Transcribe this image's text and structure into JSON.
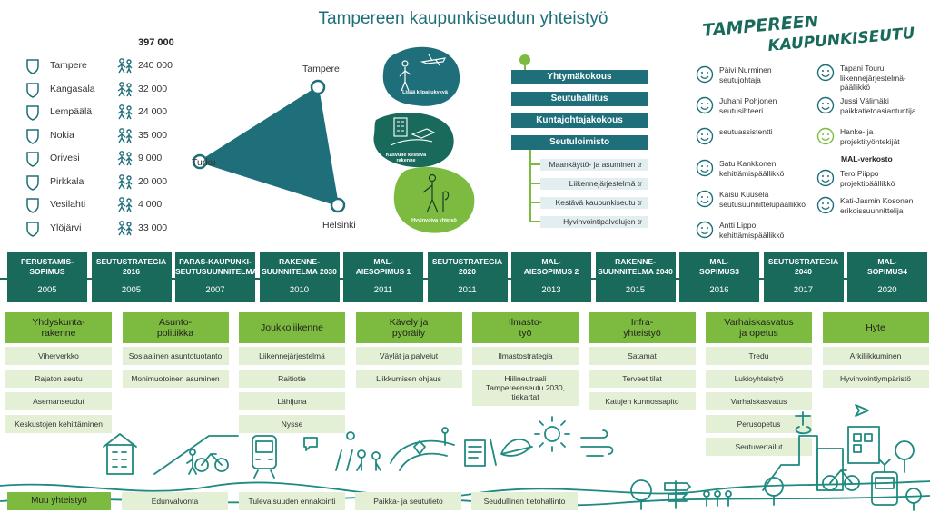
{
  "title": "Tampereen kaupunkiseudun yhteistyö",
  "logo": {
    "line1": "TAMPEREEN",
    "line2": "KAUPUNKISEUTU"
  },
  "total_population": "397 000",
  "municipalities": [
    {
      "name": "Tampere",
      "population": "240 000"
    },
    {
      "name": "Kangasala",
      "population": "32 000"
    },
    {
      "name": "Lempäälä",
      "population": "24 000"
    },
    {
      "name": "Nokia",
      "population": "35 000"
    },
    {
      "name": "Orivesi",
      "population": "9 000"
    },
    {
      "name": "Pirkkala",
      "population": "20 000"
    },
    {
      "name": "Vesilahti",
      "population": "4 000"
    },
    {
      "name": "Ylöjärvi",
      "population": "33 000"
    }
  ],
  "triangle": {
    "top": "Tampere",
    "left": "Turku",
    "bottom": "Helsinki"
  },
  "bubbles": [
    {
      "label": "Lisää kilpailukykyä",
      "color": "#1f6f7a"
    },
    {
      "label": "Kasvulle kestävä rakenne",
      "color": "#1a6a5c"
    },
    {
      "label": "Hyvinvoiva yhteisö",
      "color": "#7cbb3f"
    }
  ],
  "org": {
    "main": [
      "Yhtymäkokous",
      "Seutuhallitus",
      "Kuntajohtajakokous",
      "Seutuloimisto"
    ],
    "subs": [
      "Maankäyttö- ja asuminen tr",
      "Liikennejärjestelmä tr",
      "Kestävä kaupunkiseutu tr",
      "Hyvinvointipalvelujen tr"
    ]
  },
  "people_left": [
    {
      "name": "Päivi Nurminen",
      "role": "seutujohtaja"
    },
    {
      "name": "Juhani Pohjonen",
      "role": "seutusihteeri"
    },
    {
      "name": "seutuassistentti",
      "role": ""
    },
    {
      "name": "Satu Kankkonen",
      "role": "kehittämispäällikkö"
    },
    {
      "name": "Kaisu Kuusela",
      "role": "seutusuunnittelupäällikkö"
    },
    {
      "name": "Antti Lippo",
      "role": "kehittämispäällikkö"
    }
  ],
  "people_right": [
    {
      "name": "Tapani Touru",
      "role": "liikennejärjestelmä-",
      "role2": "päällikkö"
    },
    {
      "name": "Jussi Välimäki",
      "role": "paikkatietoasiantuntija",
      "role2": ""
    },
    {
      "name": "Hanke- ja",
      "role": "projektityöntekijät",
      "role2": ""
    },
    {
      "name": "Tero Piippo",
      "role": "projektipäällikkö",
      "role2": ""
    },
    {
      "name": "Kati-Jasmin Kosonen",
      "role": "erikoissuunnittelija",
      "role2": ""
    }
  ],
  "mal_network": "MAL-verkosto",
  "timeline": [
    {
      "label": "PERUSTAMIS-\nSOPIMUS",
      "year": "2005"
    },
    {
      "label": "SEUTUSTRATEGIA\n2016",
      "year": "2005"
    },
    {
      "label": "PARAS-KAUPUNKI-\nSEUTUSUUNNITELMA",
      "year": "2007"
    },
    {
      "label": "RAKENNE-\nSUUNNITELMA 2030",
      "year": "2010"
    },
    {
      "label": "MAL-\nAIESOPIMUS 1",
      "year": "2011"
    },
    {
      "label": "SEUTUSTRATEGIA\n2020",
      "year": "2011"
    },
    {
      "label": "MAL-\nAIESOPIMUS 2",
      "year": "2013"
    },
    {
      "label": "RAKENNE-\nSUUNNITELMA 2040",
      "year": "2015"
    },
    {
      "label": "MAL-\nSOPIMUS3",
      "year": "2016"
    },
    {
      "label": "SEUTUSTRATEGIA\n2040",
      "year": "2017"
    },
    {
      "label": "MAL-\nSOPIMUS4",
      "year": "2020"
    }
  ],
  "categories": [
    {
      "title": "Yhdyskunta-\nrakenne",
      "items": [
        "Viherverkko",
        "Rajaton seutu",
        "Asemanseudut",
        "Keskustojen kehittäminen"
      ]
    },
    {
      "title": "Asunto-\npolitiikka",
      "items": [
        "Sosiaalinen asuntotuotanto",
        "Monimuotoinen asuminen"
      ]
    },
    {
      "title": "Joukkoliikenne",
      "items": [
        "Liikennejärjestelmä",
        "Raitiotie",
        "Lähijuna",
        "Nysse"
      ]
    },
    {
      "title": "Kävely ja\npyöräily",
      "items": [
        "Väylät ja palvelut",
        "Liikkumisen ohjaus"
      ]
    },
    {
      "title": "Ilmasto-\ntyö",
      "items": [
        "Ilmastostrategia",
        "Hiilineutraali\nTampereenseutu 2030,\ntiekartat"
      ]
    },
    {
      "title": "Infra-\nyhteistyö",
      "items": [
        "Satamat",
        "Terveet tilat",
        "Katujen kunnossapito"
      ]
    },
    {
      "title": "Varhaiskasvatus\nja opetus",
      "items": [
        "Tredu",
        "Lukioyhteistyö",
        "Varhaiskasvatus",
        "Perusopetus",
        "Seutuvertailut"
      ]
    },
    {
      "title": "Hyte",
      "items": [
        "Arkiliikkuminen",
        "Hyvinvointiympäristö"
      ]
    }
  ],
  "other_cooperation": "Muu yhteistyö",
  "bottom_items": [
    "Edunvalvonta",
    "Tulevaisuuden ennakointi",
    "Paikka- ja seututieto",
    "Seudullinen tietohallinto"
  ],
  "colors": {
    "teal": "#1f6f7a",
    "dark_green": "#1a6a5c",
    "green": "#7cbb3f",
    "light_green": "#e3f0d5"
  }
}
